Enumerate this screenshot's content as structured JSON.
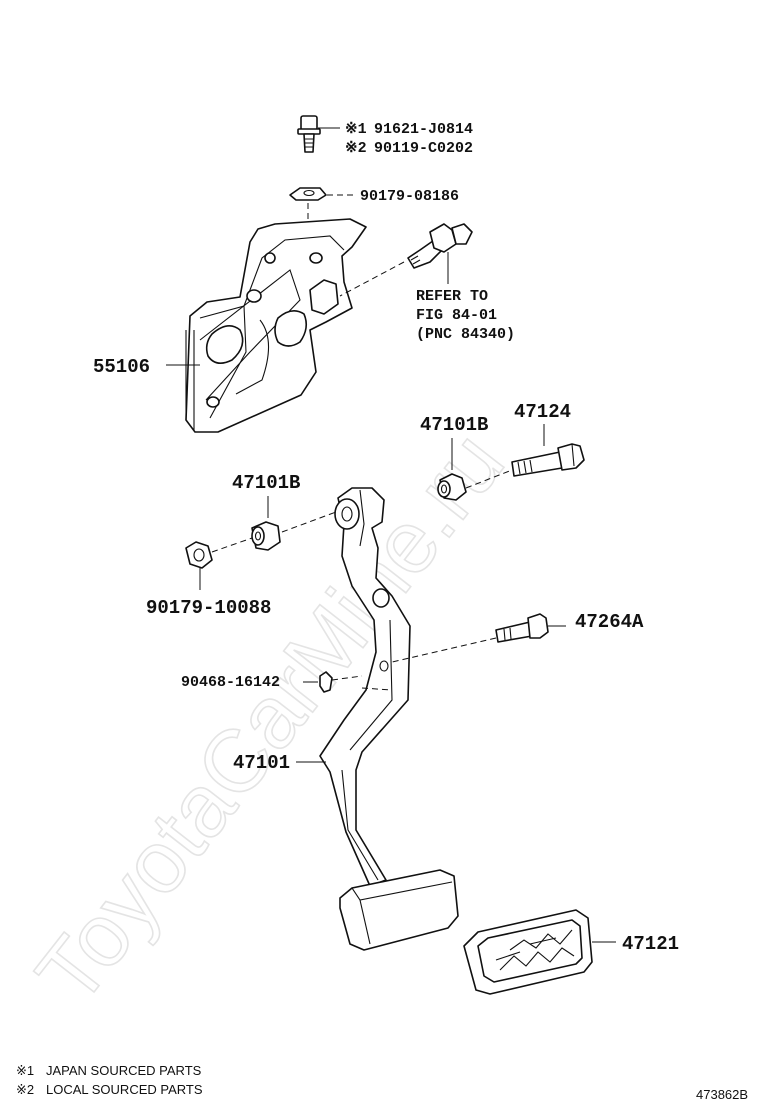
{
  "watermark": "ToyotaCarMine.ru",
  "parts": {
    "bolt_top_1": {
      "mark": "※1",
      "number": "91621-J0814"
    },
    "bolt_top_2": {
      "mark": "※2",
      "number": "90119-C0202"
    },
    "nut_top": "90179-08186",
    "bracket": "55106",
    "refer": [
      "REFER TO",
      "FIG 84-01",
      "(PNC 84340)"
    ],
    "bushing_right": "47101B",
    "bolt_pivot": "47124",
    "bushing_left": "47101B",
    "nut_left": "90179-10088",
    "bolt_stop": "47264A",
    "pin": "90468-16142",
    "pedal_arm": "47101",
    "pedal_pad": "47121"
  },
  "footnotes": [
    {
      "mark": "※1",
      "text": "JAPAN SOURCED PARTS"
    },
    {
      "mark": "※2",
      "text": "LOCAL SOURCED PARTS"
    }
  ],
  "diagram_id": "473862B"
}
